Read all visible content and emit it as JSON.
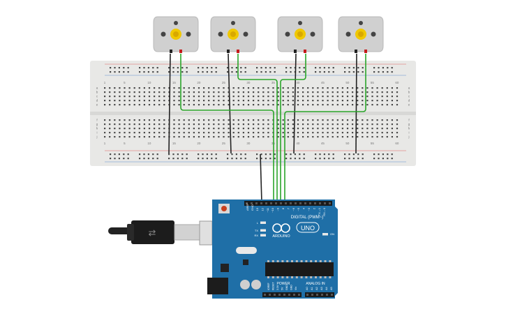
{
  "canvas": {
    "background": "#ffffff"
  },
  "breadboard": {
    "color": "#e8e8e6",
    "rail_red": "#e06060",
    "rail_blue": "#6090d0",
    "column_numbers": [
      "1",
      "5",
      "10",
      "15",
      "20",
      "25",
      "30",
      "35",
      "40",
      "45",
      "50",
      "55",
      "60"
    ],
    "row_letters_top": [
      "a",
      "b",
      "c",
      "d",
      "e"
    ],
    "row_letters_bottom": [
      "f",
      "g",
      "h",
      "i",
      "j"
    ]
  },
  "motors": [
    {
      "id": "motor-1",
      "color": "#d0d0d0",
      "hub_color": "#f0c800"
    },
    {
      "id": "motor-2",
      "color": "#d0d0d0",
      "hub_color": "#f0c800"
    },
    {
      "id": "motor-3",
      "color": "#d0d0d0",
      "hub_color": "#f0c800"
    },
    {
      "id": "motor-4",
      "color": "#d0d0d0",
      "hub_color": "#f0c800"
    }
  ],
  "wires": {
    "signal_color": "#2aa52a",
    "ground_color": "#222222"
  },
  "usb_cable": {
    "color": "#222222",
    "plug_color": "#cfcfcf",
    "icon": "usb-icon"
  },
  "arduino": {
    "board_color": "#1f6fa7",
    "brand_text": "ARDUINO",
    "model_text": "UNO",
    "digital_label": "DIGITAL (PWM~)",
    "power_label": "POWER",
    "analog_label": "ANALOG IN",
    "led_labels": [
      "L",
      "TX",
      "RX",
      "ON"
    ],
    "aref_label": "AREF",
    "gnd_label": "GND",
    "digital_pins": [
      "13",
      "12",
      "~11",
      "~10",
      "~9",
      "8",
      "7",
      "~6",
      "~5",
      "4",
      "~3",
      "2",
      "TX→1",
      "RX←0"
    ],
    "power_pins": [
      "IOREF",
      "RESET",
      "3.3V",
      "5V",
      "GND",
      "GND",
      "Vin"
    ],
    "analog_pins": [
      "A0",
      "A1",
      "A2",
      "A3",
      "A4",
      "A5"
    ]
  }
}
